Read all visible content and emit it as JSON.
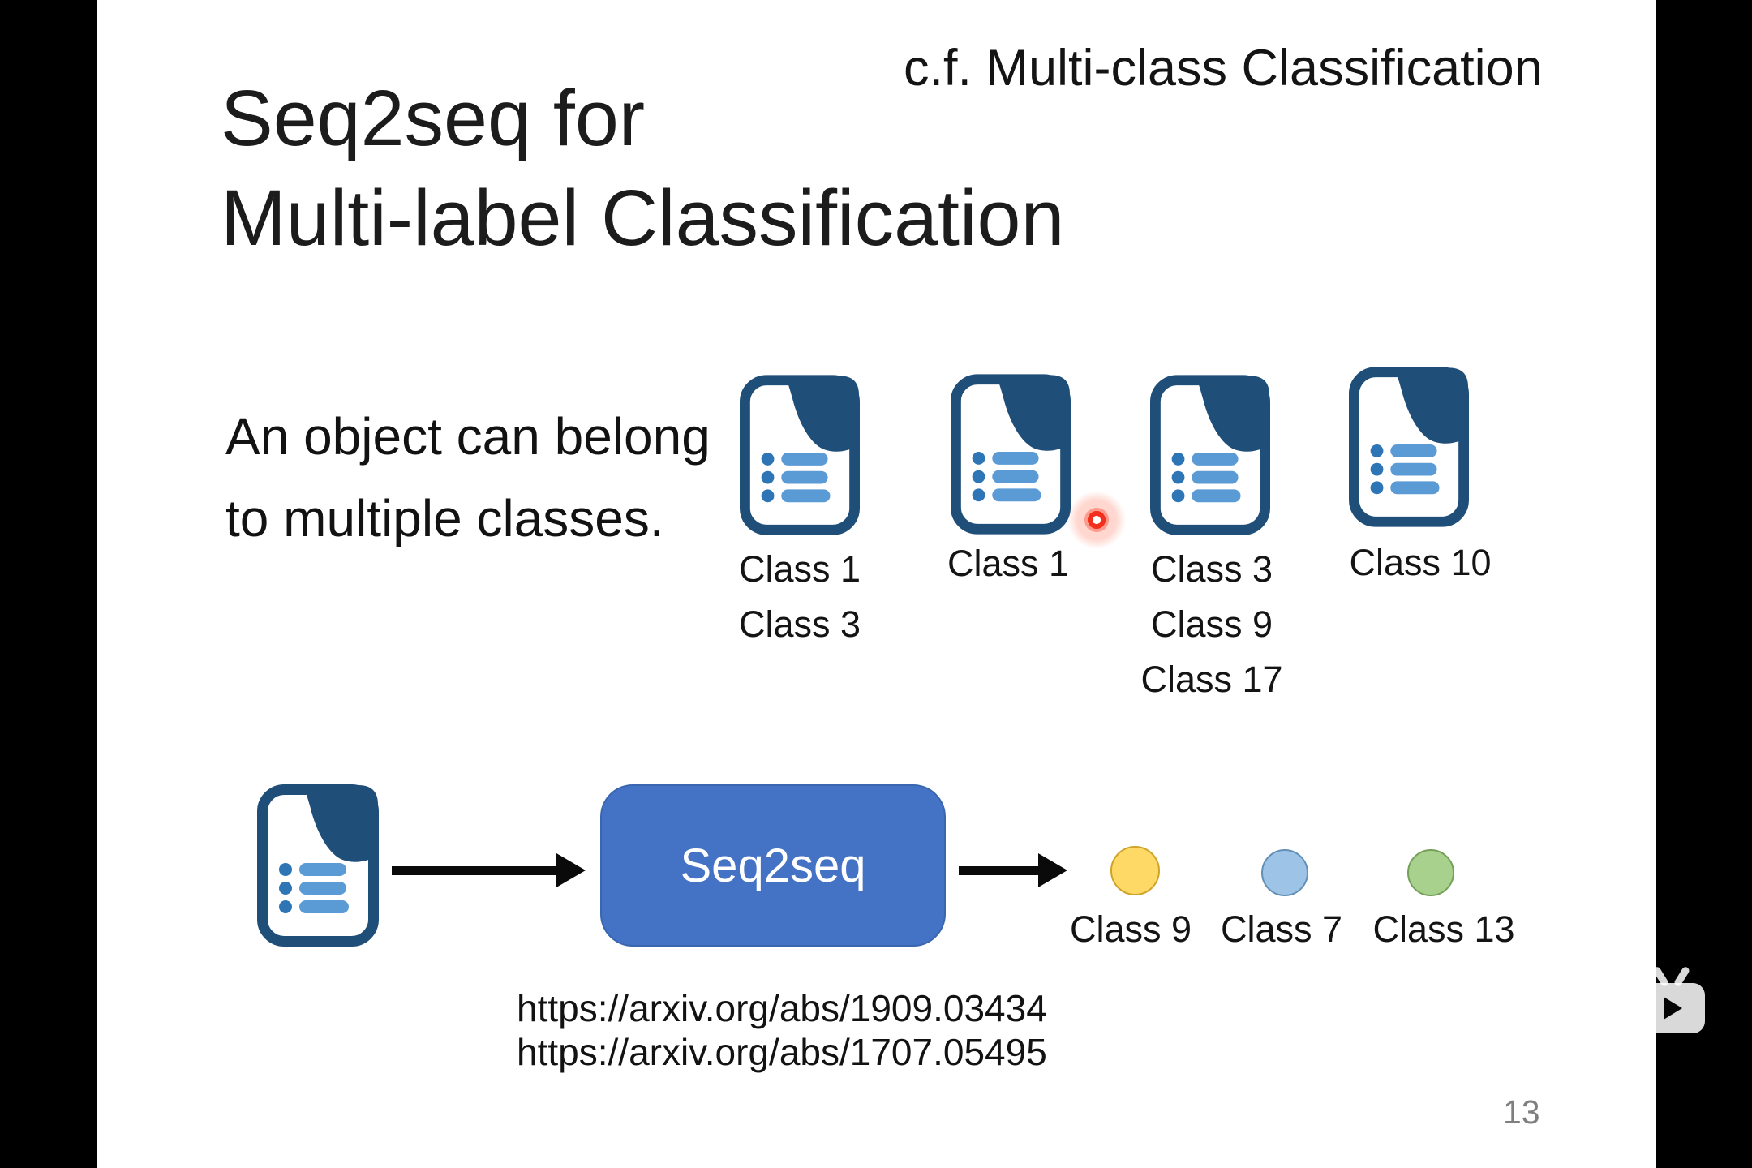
{
  "slide": {
    "title_line1": "Seq2seq for",
    "title_line2": "Multi-label Classification",
    "note_top_right": "c.f. Multi-class Classification",
    "body_line1": "An object can belong",
    "body_line2": "to multiple classes.",
    "page_number": "13"
  },
  "documents": [
    {
      "labels": [
        "Class 1",
        "Class 3"
      ]
    },
    {
      "labels": [
        "Class 1"
      ]
    },
    {
      "labels": [
        "Class 3",
        "Class 9",
        "Class 17"
      ]
    },
    {
      "labels": [
        "Class 10"
      ]
    }
  ],
  "pipeline": {
    "model_label": "Seq2seq",
    "outputs": [
      {
        "label": "Class 9",
        "fill": "#FFD966",
        "border": "#CFA428"
      },
      {
        "label": "Class 7",
        "fill": "#9DC3E6",
        "border": "#6290B6"
      },
      {
        "label": "Class 13",
        "fill": "#A9D18E",
        "border": "#74A059"
      }
    ],
    "links": [
      "https://arxiv.org/abs/1909.03434",
      "https://arxiv.org/abs/1707.05495"
    ]
  },
  "colors": {
    "doc_outline": "#1F4E79",
    "doc_bullet": "#2E75B6",
    "doc_bar": "#5B9BD5",
    "model_box": "#4472C4",
    "laser_dot": "#F3301E",
    "pillarbox": "#000000",
    "page_number_gray": "#7F7F7F"
  },
  "icons": {
    "document": "document-icon",
    "laser": "laser-pointer-dot",
    "watermark": "tv-play-icon"
  }
}
